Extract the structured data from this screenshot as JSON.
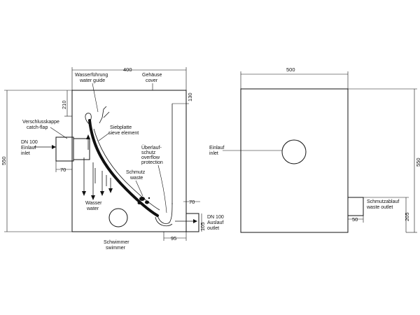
{
  "left_view": {
    "dim_top": "400",
    "dim_210": "210",
    "dim_550": "550",
    "dim_70_left": "70",
    "dim_130": "130",
    "dim_70_right": "70",
    "dim_105": "105",
    "dim_95": "95",
    "water_guide": [
      "Wasserführung",
      "water guide"
    ],
    "cover": [
      "Gehäuse",
      "cover"
    ],
    "catch_flap": [
      "Verschlusskappe",
      "catch-flap"
    ],
    "sieve_element": [
      "Siebplatte",
      "sieve element"
    ],
    "inlet": [
      "DN 100",
      "Einlauf",
      "inlet"
    ],
    "overflow": [
      "Überlauf-",
      "schutz",
      "overflow",
      "protection"
    ],
    "waste": [
      "Schmutz",
      "waste"
    ],
    "water": [
      "Wasser",
      "water"
    ],
    "outlet": [
      "DN 100",
      "Auslauf",
      "outlet"
    ],
    "swimmer": [
      "Schwimmer",
      "swimmer"
    ]
  },
  "right_view": {
    "dim_top": "500",
    "dim_550": "550",
    "dim_50": "50",
    "dim_205": "205",
    "inlet": [
      "Einlauf",
      "inlet"
    ],
    "waste_outlet": [
      "Schmutzablauf",
      "waste outlet"
    ]
  }
}
